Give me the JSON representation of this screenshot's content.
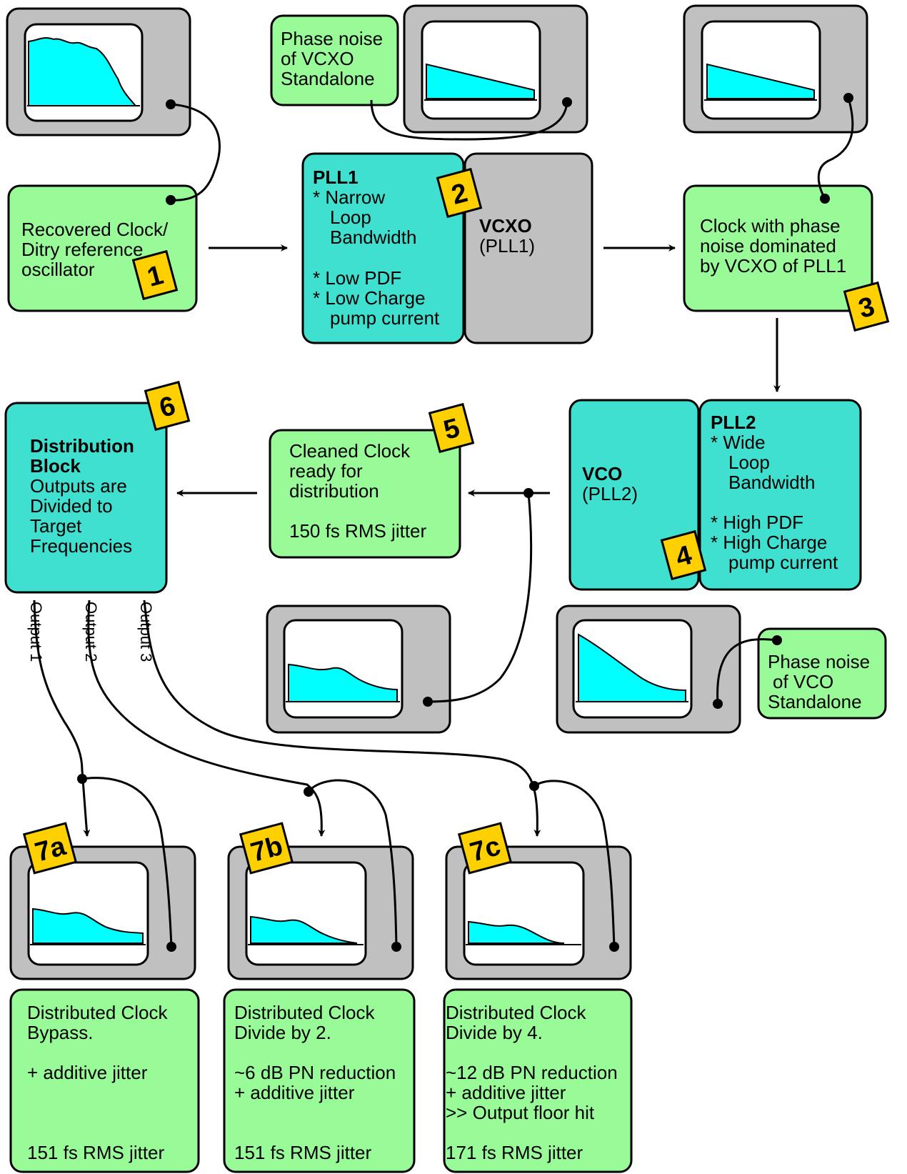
{
  "colors": {
    "green": "#98fb98",
    "teal": "#40e0d0",
    "gray": "#c0c0c0",
    "cyan": "#00ffff",
    "badge": "#ffd000"
  },
  "boxes": {
    "recovered": {
      "lines": [
        "Recovered Clock/",
        "Ditry reference",
        "oscillator"
      ]
    },
    "pll1": {
      "title": "PLL1",
      "lines": [
        "* Narrow",
        "Loop",
        "Bandwidth",
        "* Low PDF",
        "* Low Charge",
        "pump current"
      ]
    },
    "vcxo": {
      "title": "VCXO",
      "sub": "(PLL1)"
    },
    "vcxo_note": {
      "lines": [
        "Phase noise",
        "of VCXO",
        "Standalone"
      ]
    },
    "clock3": {
      "lines": [
        "Clock with phase",
        "noise dominated",
        "by VCXO of PLL1"
      ]
    },
    "pll2": {
      "title": "PLL2",
      "lines": [
        "* Wide",
        "Loop",
        "Bandwidth",
        "* High PDF",
        "* High Charge",
        "pump current"
      ]
    },
    "vco": {
      "title": "VCO",
      "sub": "(PLL2)"
    },
    "vco_note": {
      "lines": [
        "Phase noise",
        "of VCO",
        "Standalone"
      ]
    },
    "cleaned": {
      "lines": [
        "Cleaned Clock",
        "ready for",
        "distribution",
        "150 fs RMS jitter"
      ]
    },
    "distribution": {
      "title1": "Distribution",
      "title2": "Block",
      "lines": [
        "Outputs are",
        "Divided to",
        "Target",
        "Frequencies"
      ]
    },
    "out7a": {
      "lines": [
        "Distributed Clock",
        "Bypass.",
        "+ additive jitter",
        "151 fs RMS jitter"
      ]
    },
    "out7b": {
      "lines": [
        "Distributed Clock",
        "Divide by 2.",
        "~6 dB PN reduction",
        "+ additive jitter",
        "151 fs RMS jitter"
      ]
    },
    "out7c": {
      "lines": [
        "Distributed Clock",
        "Divide by 4.",
        "~12 dB PN reduction",
        "+ additive jitter",
        ">> Output floor hit",
        "171 fs RMS jitter"
      ]
    }
  },
  "badges": {
    "b1": "1",
    "b2": "2",
    "b3": "3",
    "b4": "4",
    "b5": "5",
    "b6": "6",
    "b7a": "7a",
    "b7b": "7b",
    "b7c": "7c"
  },
  "outputs": {
    "o1": "Output 1",
    "o2": "Output 2",
    "o3": "Output 3"
  }
}
